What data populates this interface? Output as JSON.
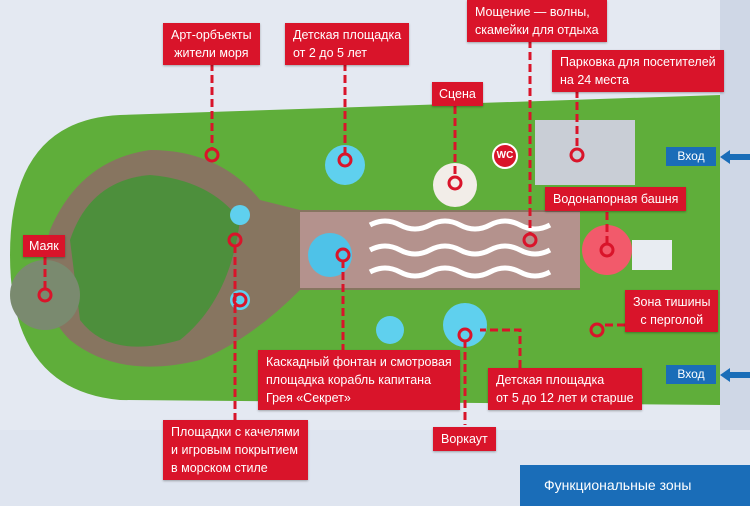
{
  "labels": {
    "art": "Арт-орбъекты\nжители моря",
    "kids25": "Детская площадка\nот 2 до 5 лет",
    "paving": "Мощение — волны,\nскамейки для отдыха",
    "parking": "Парковка для посетителей\nна 24 места",
    "stage": "Сцена",
    "wc": "WC",
    "lighthouse": "Маяк",
    "tower": "Водонапорная башня",
    "quiet": "Зона тишины\nс перголой",
    "fountain": "Каскадный фонтан и смотровая\nплощадка корабль капитана\nГрея «Секрет»",
    "kids512": "Детская площадка\nот 5 до 12 лет и старше",
    "workout": "Воркаут",
    "swings": "Площадки с качелями\nи игровым покрытием\nв морском стиле"
  },
  "entrances": [
    "Вход",
    "Вход"
  ],
  "footer": "Функциональные зоны",
  "colors": {
    "label": "#d9142a",
    "entry": "#1a6db8",
    "park": "#5fae3a"
  }
}
